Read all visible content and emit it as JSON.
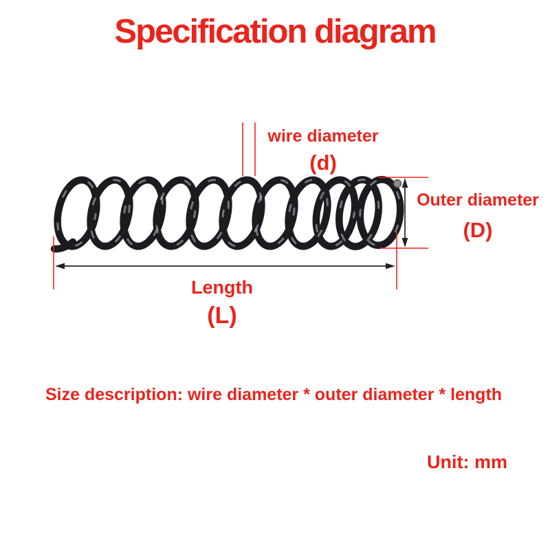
{
  "title": "Specification diagram",
  "annotations": {
    "wire_diameter": {
      "label": "wire diameter",
      "symbol": "(d)"
    },
    "outer_diameter": {
      "label": "Outer diameter",
      "symbol": "(D)"
    },
    "length": {
      "label": "Length",
      "symbol": "(L)"
    }
  },
  "footer": {
    "size_description": "Size description: wire diameter * outer diameter * length",
    "unit": "Unit: mm"
  },
  "colors": {
    "accent_red": "#e8251d",
    "dimension_red": "#f2241a",
    "spring_black": "#1b1b20",
    "arrow_black": "#222222",
    "nub_gray": "#8b8b84",
    "background": "#ffffff"
  }
}
